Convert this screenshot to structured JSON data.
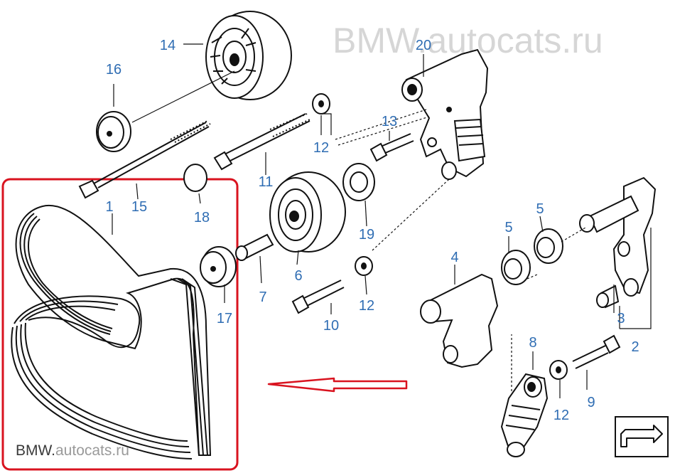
{
  "watermark_top": "BMW.autocats.ru",
  "watermark_bottom": {
    "brand": "BMW.",
    "domain": "autocats.ru"
  },
  "colors": {
    "label": "#2f6db3",
    "highlight": "#d9131f",
    "line": "#1a1a1a"
  },
  "labels": {
    "p1": "1",
    "p2": "2",
    "p3": "3",
    "p4": "4",
    "p5a": "5",
    "p5b": "5",
    "p6": "6",
    "p7": "7",
    "p8": "8",
    "p9": "9",
    "p10": "10",
    "p11": "11",
    "p12a": "12",
    "p12b": "12",
    "p12c": "12",
    "p13": "13",
    "p14": "14",
    "p15": "15",
    "p16": "16",
    "p17": "17",
    "p18": "18",
    "p19": "19",
    "p20": "20"
  },
  "icons": {
    "corner": "page-turn-arrow-icon",
    "highlight_arrow": "left-arrow-icon"
  }
}
